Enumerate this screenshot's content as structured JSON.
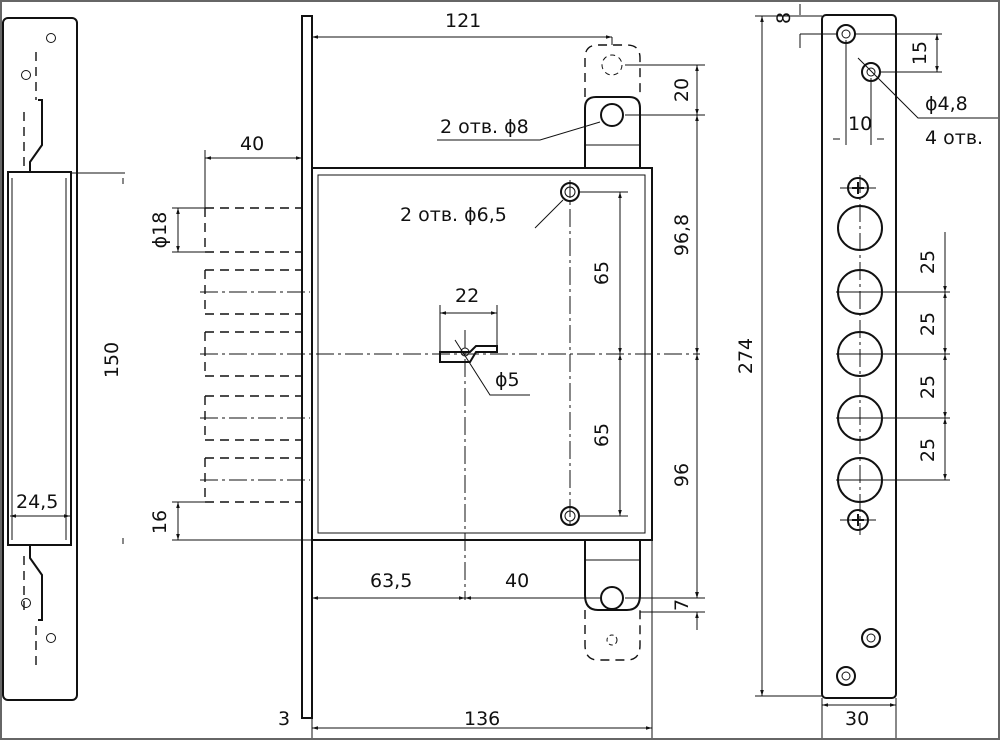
{
  "title": "Mortise lock dimension drawing",
  "dims": {
    "strike_height": "150",
    "strike_width": "24,5",
    "backset_bolt": "40",
    "bolt_dia": "ϕ18",
    "bolt_offset": "16",
    "top_width": "121",
    "tab_hole_label": "2 отв. ϕ8",
    "body_hole_label": "2 отв. ϕ6,5",
    "tab_offset": "20",
    "upper_height": "96,8",
    "lower_height": "96",
    "hole_spacing_upper": "65",
    "hole_spacing_lower": "65",
    "key_width": "22",
    "key_dia": "ϕ5",
    "key_backset": "63,5",
    "key_to_hole": "40",
    "bottom_tab_offset": "7",
    "faceplate_thickness": "3",
    "body_depth": "136",
    "total_height": "274",
    "top_hole_offset": "8",
    "hole_vertical_spacing": "15",
    "hole_horizontal_spacing": "10",
    "screw_hole_dia": "ϕ4,8",
    "screw_hole_count": "4 отв.",
    "bolt_pitch": [
      "25",
      "25",
      "25",
      "25"
    ],
    "faceplate_width": "30"
  }
}
